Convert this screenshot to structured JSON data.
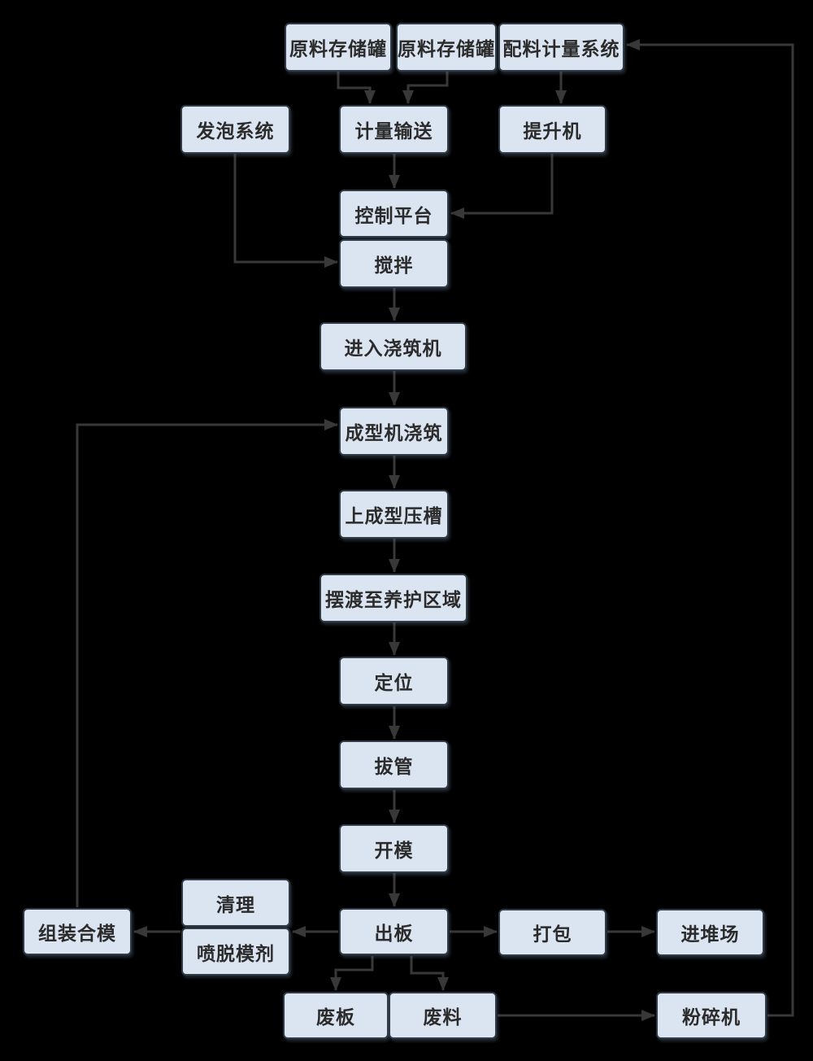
{
  "colors": {
    "background": "#000000",
    "box_fill": "#dbe4f1",
    "box_border": "#2f3b47",
    "connector": "#383838",
    "text": "#2b2b2b"
  },
  "nodes": {
    "tank1": {
      "label": "原料存储罐"
    },
    "tank2": {
      "label": "原料存储罐"
    },
    "batching": {
      "label": "配料计量系统"
    },
    "foaming": {
      "label": "发泡系统"
    },
    "metering": {
      "label": "计量输送"
    },
    "hoist": {
      "label": "提升机"
    },
    "control": {
      "label": "控制平台"
    },
    "mixing": {
      "label": "搅拌"
    },
    "enter_pouring": {
      "label": "进入浇筑机"
    },
    "forming_pouring": {
      "label": "成型机浇筑"
    },
    "press_groove": {
      "label": "上成型压槽"
    },
    "ferry_curing": {
      "label": "摆渡至养护区域"
    },
    "positioning": {
      "label": "定位"
    },
    "tube_pulling": {
      "label": "拔管"
    },
    "mold_opening": {
      "label": "开模"
    },
    "assembly": {
      "label": "组装合模"
    },
    "cleaning": {
      "label": "清理"
    },
    "spray_agent": {
      "label": "喷脱模剂"
    },
    "board_out": {
      "label": "出板"
    },
    "packing": {
      "label": "打包"
    },
    "stockyard": {
      "label": "进堆场"
    },
    "waste_board": {
      "label": "废板"
    },
    "waste_material": {
      "label": "废料"
    },
    "crusher": {
      "label": "粉碎机"
    }
  },
  "edges": [
    {
      "from": "tank1",
      "to": "metering"
    },
    {
      "from": "tank2",
      "to": "metering"
    },
    {
      "from": "batching",
      "to": "hoist"
    },
    {
      "from": "metering",
      "to": "control"
    },
    {
      "from": "hoist",
      "to": "control"
    },
    {
      "from": "foaming",
      "to": "mixing"
    },
    {
      "from": "mixing",
      "to": "enter_pouring"
    },
    {
      "from": "enter_pouring",
      "to": "forming_pouring"
    },
    {
      "from": "forming_pouring",
      "to": "press_groove"
    },
    {
      "from": "press_groove",
      "to": "ferry_curing"
    },
    {
      "from": "ferry_curing",
      "to": "positioning"
    },
    {
      "from": "positioning",
      "to": "tube_pulling"
    },
    {
      "from": "tube_pulling",
      "to": "mold_opening"
    },
    {
      "from": "mold_opening",
      "to": "board_out"
    },
    {
      "from": "board_out",
      "to": "cleaning"
    },
    {
      "from": "cleaning",
      "to": "assembly"
    },
    {
      "from": "assembly",
      "to": "forming_pouring"
    },
    {
      "from": "board_out",
      "to": "packing"
    },
    {
      "from": "packing",
      "to": "stockyard"
    },
    {
      "from": "board_out",
      "to": "waste_board"
    },
    {
      "from": "board_out",
      "to": "waste_material"
    },
    {
      "from": "waste_material",
      "to": "crusher"
    },
    {
      "from": "crusher",
      "to": "batching"
    }
  ]
}
